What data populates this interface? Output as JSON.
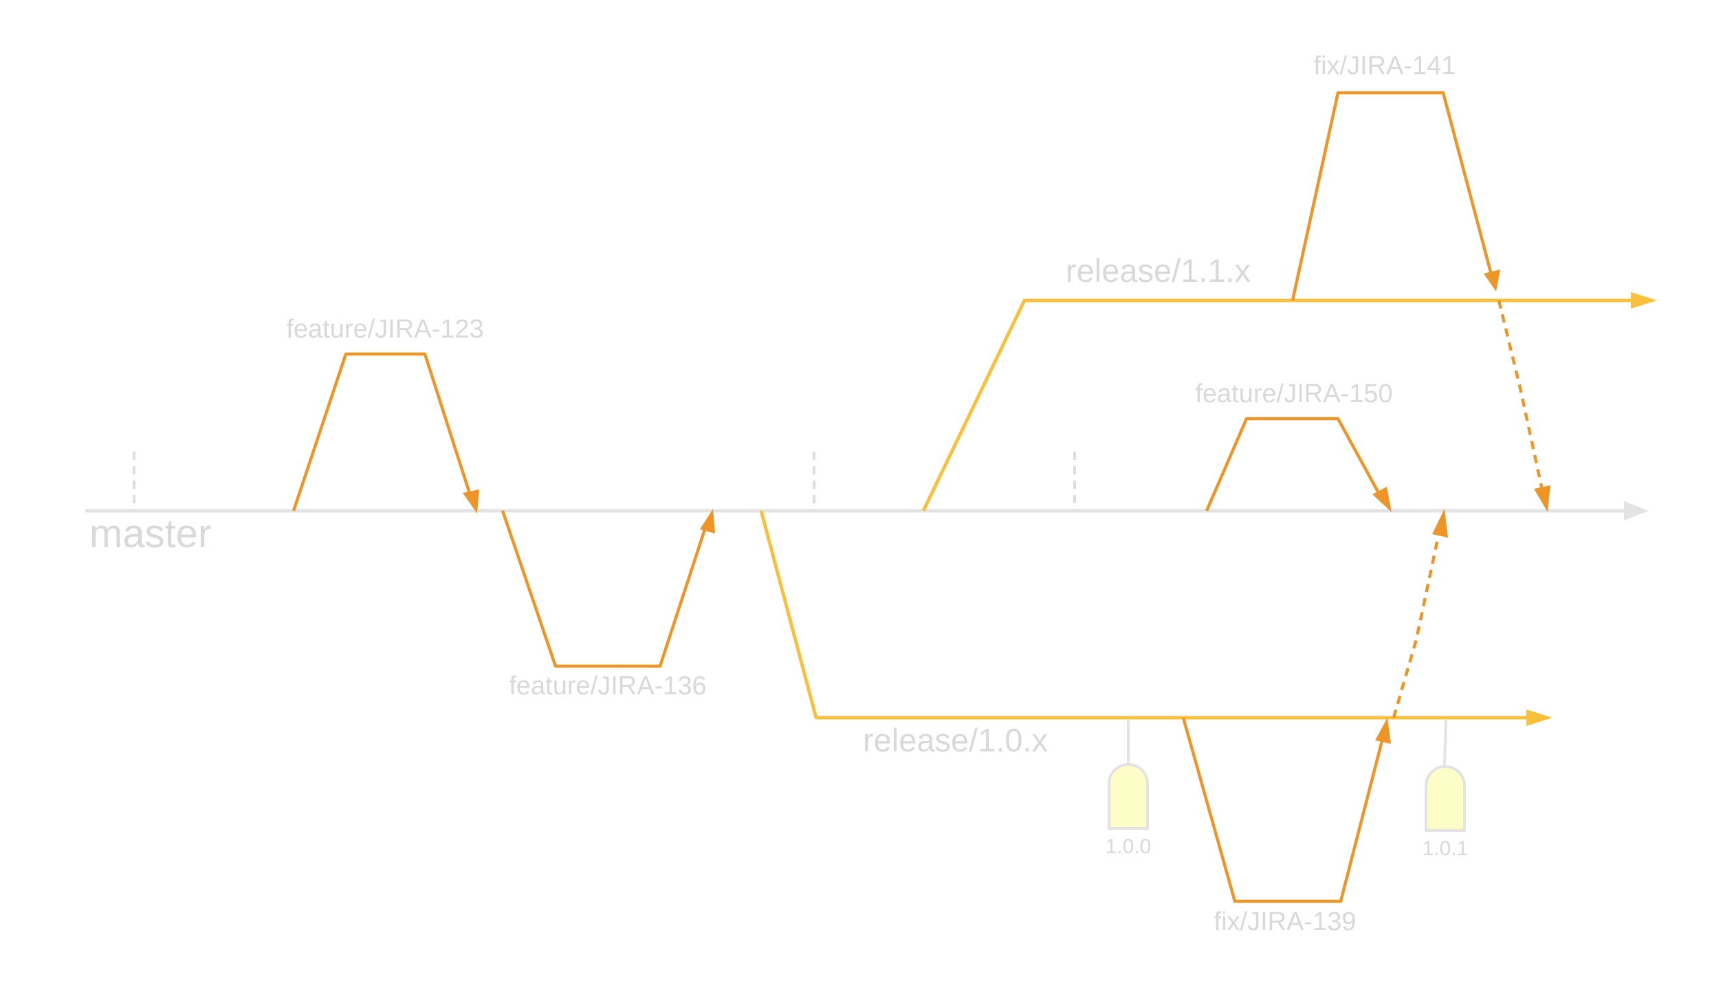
{
  "colors": {
    "master_line": "#e3e3e3",
    "tick": "#dddddd",
    "branch": "#ef9527",
    "release": "#f8c03d",
    "tag_fill": "#fdfdc8",
    "tag_stroke": "#e3e3e3",
    "label": "#d9d9d9"
  },
  "labels": {
    "master": "master",
    "release_1_1": "release/1.1.x",
    "release_1_0": "release/1.0.x",
    "feature_123": "feature/JIRA-123",
    "feature_136": "feature/JIRA-136",
    "feature_150": "feature/JIRA-150",
    "fix_141": "fix/JIRA-141",
    "fix_139": "fix/JIRA-139",
    "tag_100": "1.0.0",
    "tag_101": "1.0.1"
  }
}
